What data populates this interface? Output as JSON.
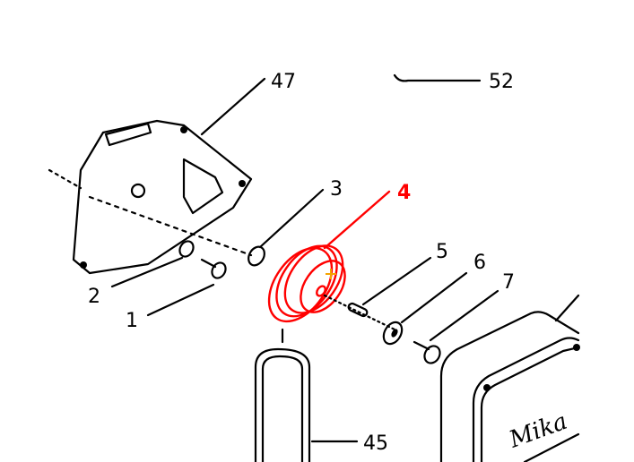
{
  "diagram": {
    "highlight_color": "#ff0000",
    "cursor_color": "#f5a300",
    "callouts": [
      {
        "id": "47",
        "label": "47",
        "highlighted": false
      },
      {
        "id": "52",
        "label": "52",
        "highlighted": false
      },
      {
        "id": "3",
        "label": "3",
        "highlighted": false
      },
      {
        "id": "4",
        "label": "4",
        "highlighted": true
      },
      {
        "id": "5",
        "label": "5",
        "highlighted": false
      },
      {
        "id": "6",
        "label": "6",
        "highlighted": false
      },
      {
        "id": "7",
        "label": "7",
        "highlighted": false
      },
      {
        "id": "2",
        "label": "2",
        "highlighted": false
      },
      {
        "id": "1",
        "label": "1",
        "highlighted": false
      },
      {
        "id": "45",
        "label": "45",
        "highlighted": false
      }
    ],
    "logo_text": "Mika"
  }
}
